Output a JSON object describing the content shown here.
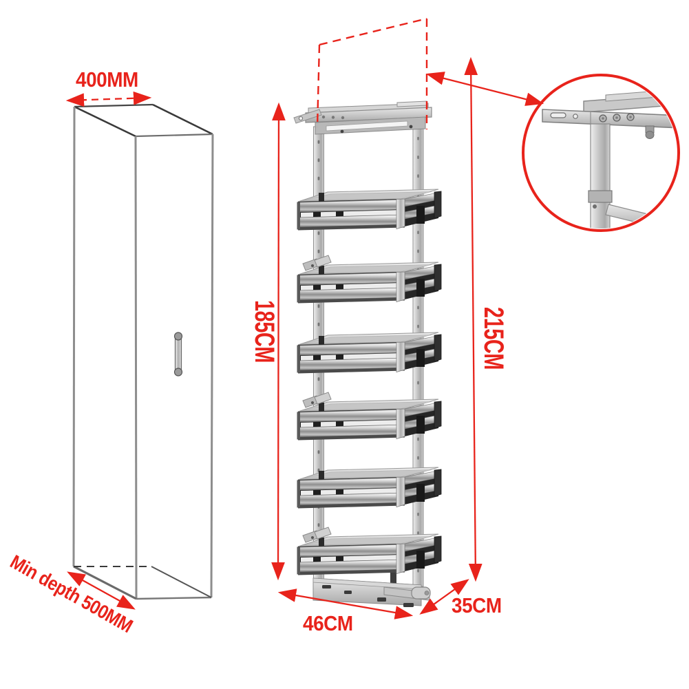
{
  "colors": {
    "accent": "#e8231b",
    "cabinet_line": "#3a3a3a",
    "metal_light": "#e9e9e9",
    "metal_mid": "#b5b5b5",
    "metal_dark": "#8a8a8a"
  },
  "cabinet": {
    "width_label": "400MM",
    "min_depth_label": "Min depth 500MM"
  },
  "unit": {
    "frame_height_label": "185CM",
    "total_height_label": "215CM",
    "width_label": "46CM",
    "depth_label": "35CM",
    "tier_count": 6
  }
}
